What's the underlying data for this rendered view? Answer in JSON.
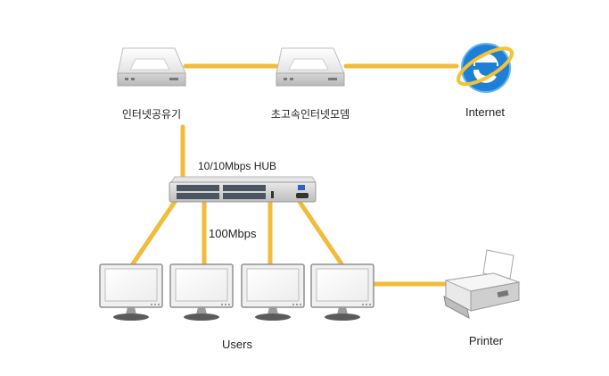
{
  "colors": {
    "cable": "#f2bb3a",
    "device_light": "#f4f4f4",
    "device_mid": "#d9d9d9",
    "device_dark": "#9a9a9a",
    "ie_blue": "#1e7fd6",
    "hub_port": "#4b5561",
    "text": "#222222"
  },
  "labels": {
    "router": "인터넷공유기",
    "modem": "초고속인터넷모뎀",
    "internet": "Internet",
    "hub": "10/10Mbps HUB",
    "speed": "100Mbps",
    "users": "Users",
    "printer": "Printer"
  },
  "icons": {
    "router": "router-icon",
    "modem": "modem-icon",
    "internet": "internet-explorer-icon",
    "hub": "network-hub-icon",
    "monitor": "monitor-icon",
    "printer": "printer-icon"
  },
  "monitors": [
    {
      "name": "user-monitor-1"
    },
    {
      "name": "user-monitor-2"
    },
    {
      "name": "user-monitor-3"
    },
    {
      "name": "user-monitor-4"
    }
  ]
}
